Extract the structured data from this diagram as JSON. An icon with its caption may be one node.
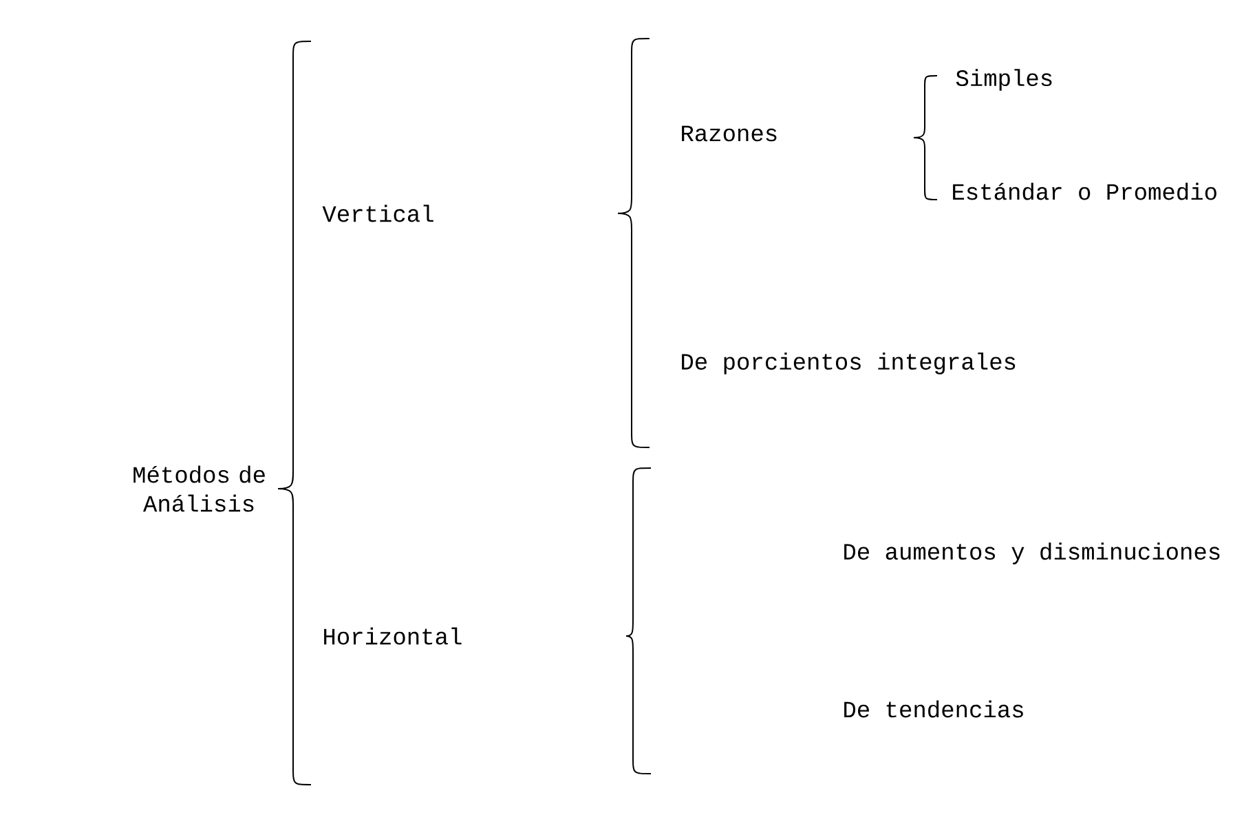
{
  "diagram": {
    "nodes": [
      {
        "text": [
          "Métodos de Análisis"
        ]
      },
      {
        "text": [
          "Vertical"
        ]
      },
      {
        "text": [
          "Razones"
        ]
      },
      {
        "text": [
          "Simples"
        ]
      },
      {
        "text": [
          "Estándar o Promedio"
        ]
      },
      {
        "text": [
          "De porcientos integrales"
        ]
      },
      {
        "text": [
          "Horizontal"
        ]
      },
      {
        "text": [
          "De aumentos y disminuciones"
        ]
      },
      {
        "text": [
          "De tendencias"
        ]
      }
    ]
  }
}
